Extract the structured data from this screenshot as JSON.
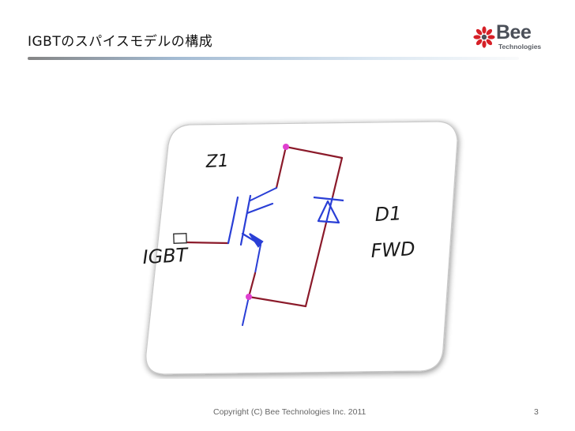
{
  "slide": {
    "title": "IGBTのスパイスモデルの構成",
    "page_number": "3",
    "footer": "Copyright (C) Bee Technologies Inc. 2011"
  },
  "logo": {
    "name": "Bee",
    "subtitle": "Technologies",
    "icon": "bee-flower-icon",
    "colors": {
      "red": "#d62027",
      "gray": "#4a4f58"
    }
  },
  "schematic": {
    "labels": {
      "device_ref": "Z1",
      "diode_ref": "D1",
      "diode_role": "FWD",
      "input_port": "IGBT"
    },
    "colors": {
      "igbt": "#2a3fd6",
      "wire": "#8b1a2a",
      "junction": "#e040d0",
      "text": "#1a1a1a"
    }
  }
}
